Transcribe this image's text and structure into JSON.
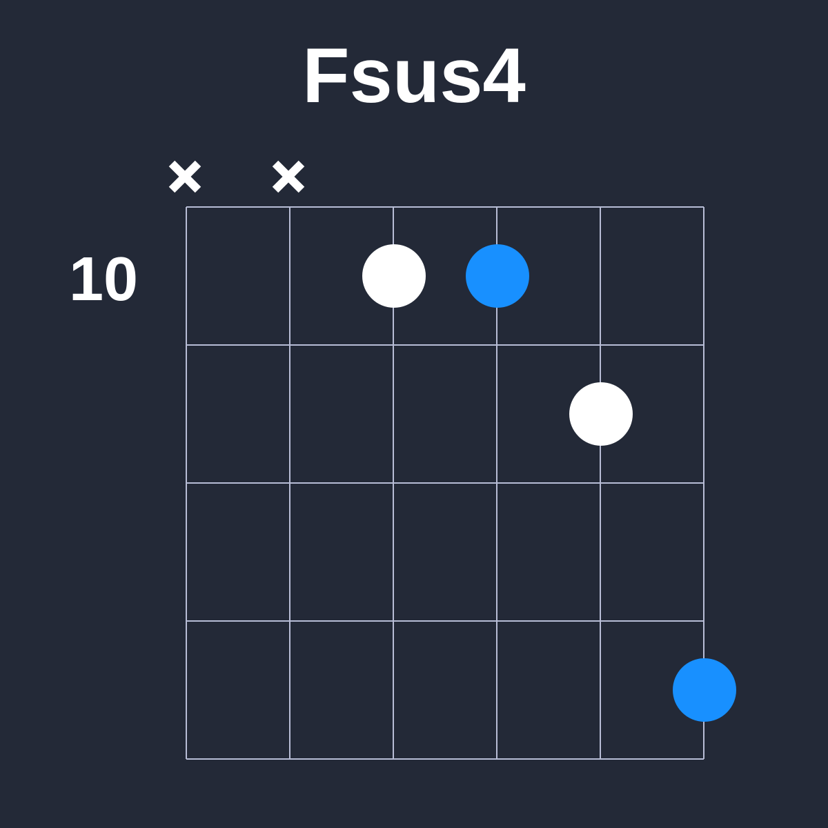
{
  "chord": {
    "name": "Fsus4",
    "start_fret": "10",
    "strings": 6,
    "frets_shown": 4,
    "string_markers": [
      "x",
      "x",
      null,
      null,
      null,
      null
    ],
    "dots": [
      {
        "string": 3,
        "fret": 1,
        "color": "#ffffff"
      },
      {
        "string": 4,
        "fret": 1,
        "color": "#1890ff"
      },
      {
        "string": 5,
        "fret": 2,
        "color": "#ffffff"
      },
      {
        "string": 6,
        "fret": 4,
        "color": "#1890ff"
      }
    ]
  },
  "colors": {
    "background": "#232937",
    "grid": "#b8bdd6",
    "root": "#1890ff",
    "note": "#ffffff"
  }
}
